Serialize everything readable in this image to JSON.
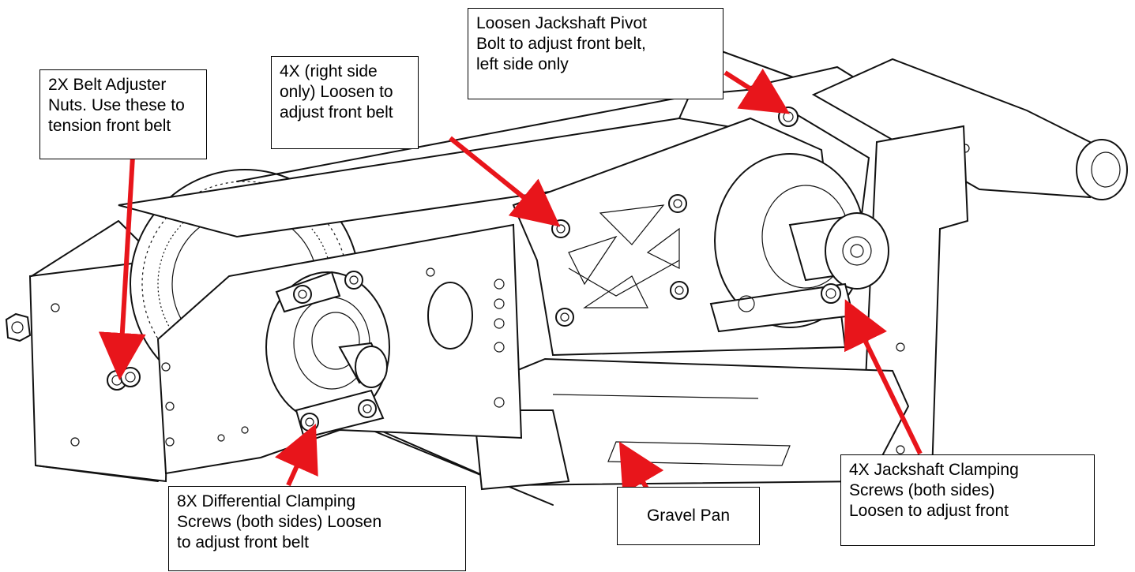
{
  "callouts": {
    "belt_adjuster": "2X Belt Adjuster\nNuts. Use these to\ntension front belt",
    "right_side_loosen": "4X (right side\nonly) Loosen to\nadjust front belt",
    "jackshaft_pivot": "Loosen Jackshaft Pivot\nBolt to adjust front belt,\nleft side only",
    "diff_clamping": "8X Differential Clamping\nScrews (both sides) Loosen\nto adjust front belt",
    "gravel_pan": "Gravel Pan",
    "jackshaft_clamping": "4X Jackshaft Clamping\nScrews (both sides)\nLoosen to adjust front"
  },
  "colors": {
    "arrow": "#e8151b",
    "line": "#111111",
    "background": "#ffffff"
  }
}
